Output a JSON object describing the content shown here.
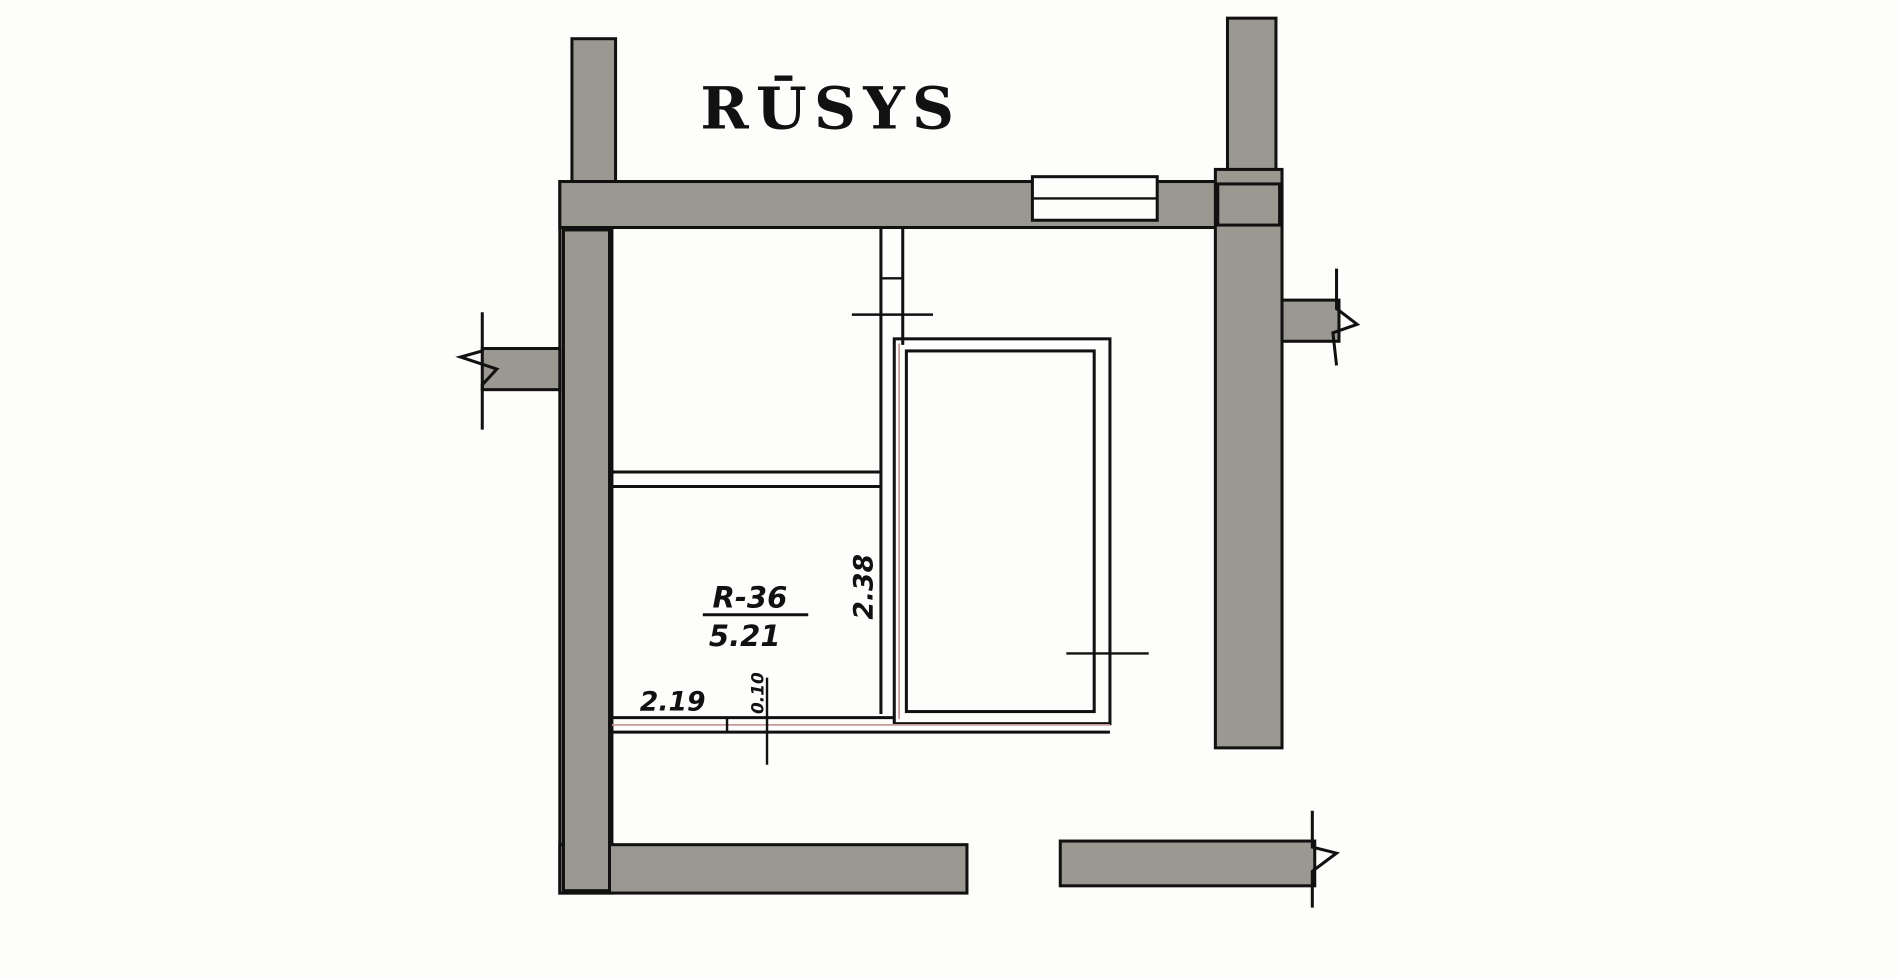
{
  "plan": {
    "title": "RŪSYS",
    "room_label": "R-36",
    "room_area": "5.21",
    "dim_height": "2.38",
    "dim_width": "2.19",
    "dim_small": "0.10"
  },
  "colors": {
    "wall_fill": "#9a9890",
    "line": "#111111",
    "paper": "#fdfdfb"
  }
}
